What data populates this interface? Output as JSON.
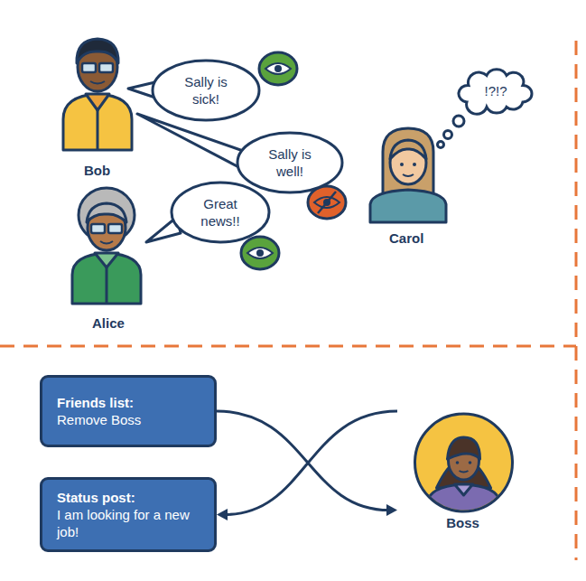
{
  "diagram": {
    "nodes": [
      {
        "text": [
          "Sally is sick!"
        ]
      },
      {
        "text": [
          "Sally is well!"
        ]
      },
      {
        "text": [
          "!?!?"
        ]
      },
      {
        "text": [
          "Great news!!"
        ]
      },
      {
        "text": [
          "Friends list:",
          "Remove Boss"
        ]
      },
      {
        "text": [
          "Status post:",
          "I am looking for a new job!"
        ]
      },
      {
        "text": [
          "Boss"
        ]
      }
    ],
    "edges": [
      {
        "from": 4,
        "to": 6,
        "arrow": "to"
      },
      {
        "from": 6,
        "to": 5,
        "arrow": "to"
      }
    ],
    "labels": [
      "Bob",
      "Carol",
      "Alice"
    ]
  }
}
